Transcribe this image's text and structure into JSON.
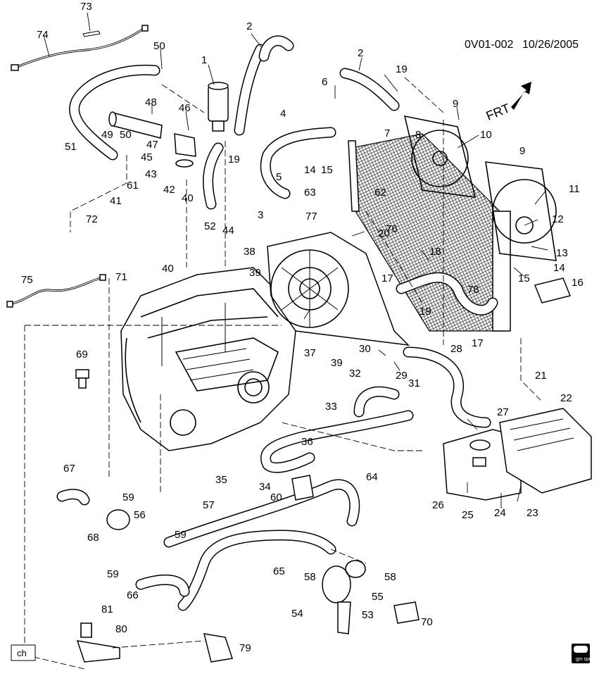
{
  "header": {
    "code": "0V01-002",
    "date": "10/26/2005"
  },
  "forward_arrow": {
    "label": "FRT"
  },
  "corner_box": {
    "label": "ch"
  },
  "logo": {
    "text": "gm spo"
  },
  "callouts": [
    "1",
    "2",
    "2",
    "3",
    "4",
    "5",
    "6",
    "7",
    "8",
    "9",
    "9",
    "10",
    "11",
    "12",
    "13",
    "14",
    "14",
    "15",
    "15",
    "16",
    "17",
    "17",
    "18",
    "19",
    "19",
    "19",
    "20",
    "21",
    "22",
    "23",
    "24",
    "25",
    "26",
    "27",
    "28",
    "29",
    "30",
    "31",
    "32",
    "33",
    "34",
    "35",
    "36",
    "37",
    "38",
    "39",
    "39",
    "40",
    "40",
    "41",
    "42",
    "43",
    "44",
    "45",
    "46",
    "47",
    "48",
    "49",
    "50",
    "50",
    "51",
    "52",
    "53",
    "54",
    "55",
    "56",
    "57",
    "58",
    "58",
    "59",
    "59",
    "59",
    "60",
    "61",
    "62",
    "63",
    "64",
    "65",
    "66",
    "67",
    "68",
    "69",
    "70",
    "71",
    "72",
    "73",
    "74",
    "75",
    "76",
    "77",
    "78",
    "79",
    "80",
    "81"
  ]
}
